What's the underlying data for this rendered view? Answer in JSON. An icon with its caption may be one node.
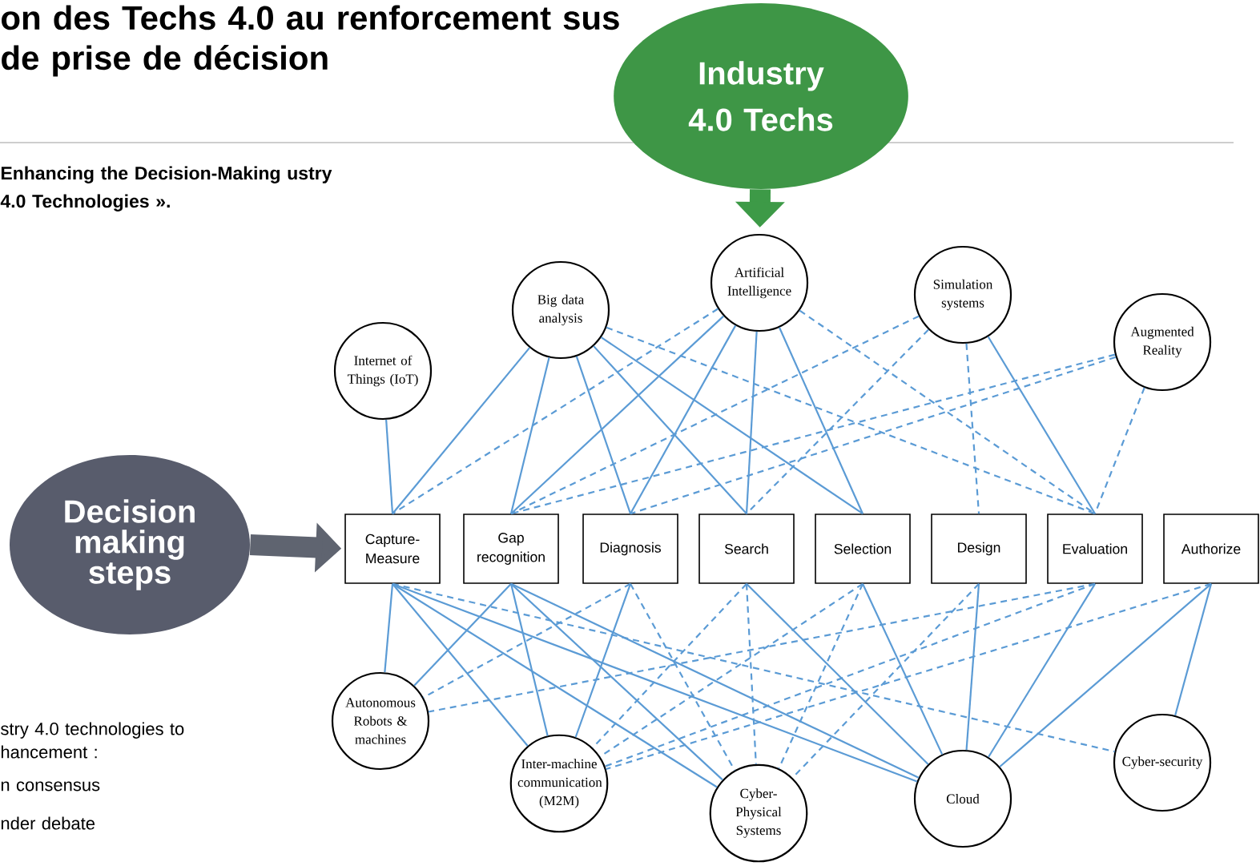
{
  "diagram": {
    "title": "on des Techs 4.0 au renforcement sus de prise de décision",
    "nodes": [
      {
        "text": [
          "Industry 4.0 Techs"
        ]
      },
      {
        "text": [
          "Decision making steps"
        ]
      },
      {
        "text": [
          "Internet of Things (IoT)"
        ]
      },
      {
        "text": [
          "Big data analysis"
        ]
      },
      {
        "text": [
          "Artificial Intelligence"
        ]
      },
      {
        "text": [
          "Simulation systems"
        ]
      },
      {
        "text": [
          "Augmented Reality"
        ]
      },
      {
        "text": [
          "Capture-Measure"
        ]
      },
      {
        "text": [
          "Gap recognition"
        ]
      },
      {
        "text": [
          "Diagnosis"
        ]
      },
      {
        "text": [
          "Search"
        ]
      },
      {
        "text": [
          "Selection"
        ]
      },
      {
        "text": [
          "Design"
        ]
      },
      {
        "text": [
          "Evaluation"
        ]
      },
      {
        "text": [
          "Authorize"
        ]
      },
      {
        "text": [
          "Autonomous Robots & machines"
        ]
      },
      {
        "text": [
          "Inter-machine communication (M2M)"
        ]
      },
      {
        "text": [
          "Cyber-Physical Systems"
        ]
      },
      {
        "text": [
          "Cloud"
        ]
      },
      {
        "text": [
          "Cyber-security"
        ]
      }
    ],
    "edges": [
      {
        "from": 0,
        "to": 4,
        "arrow": "to",
        "style": "thick",
        "color": "#3d9a47"
      },
      {
        "from": 1,
        "to": 7,
        "arrow": "to",
        "style": "thick",
        "color": "#5f6470"
      },
      {
        "from": 2,
        "to": 7,
        "arrow": "none"
      },
      {
        "from": 3,
        "to": 7,
        "arrow": "none"
      },
      {
        "from": 3,
        "to": 8,
        "arrow": "none"
      },
      {
        "from": 3,
        "to": 9,
        "arrow": "none"
      },
      {
        "from": 3,
        "to": 10,
        "arrow": "none"
      },
      {
        "from": 3,
        "to": 11,
        "arrow": "none"
      },
      {
        "from": 3,
        "to": 13,
        "arrow": "none",
        "style": "dashed"
      },
      {
        "from": 4,
        "to": 7,
        "arrow": "none",
        "style": "dashed"
      },
      {
        "from": 4,
        "to": 8,
        "arrow": "none"
      },
      {
        "from": 4,
        "to": 9,
        "arrow": "none"
      },
      {
        "from": 4,
        "to": 10,
        "arrow": "none"
      },
      {
        "from": 4,
        "to": 11,
        "arrow": "none"
      },
      {
        "from": 4,
        "to": 13,
        "arrow": "none",
        "style": "dashed"
      },
      {
        "from": 5,
        "to": 8,
        "arrow": "none",
        "style": "dashed"
      },
      {
        "from": 5,
        "to": 10,
        "arrow": "none",
        "style": "dashed"
      },
      {
        "from": 5,
        "to": 12,
        "arrow": "none",
        "style": "dashed"
      },
      {
        "from": 5,
        "to": 13,
        "arrow": "none"
      },
      {
        "from": 6,
        "to": 8,
        "arrow": "none",
        "style": "dashed"
      },
      {
        "from": 6,
        "to": 9,
        "arrow": "none",
        "style": "dashed"
      },
      {
        "from": 6,
        "to": 13,
        "arrow": "none",
        "style": "dashed"
      },
      {
        "from": 7,
        "to": 15,
        "arrow": "none"
      },
      {
        "from": 7,
        "to": 16,
        "arrow": "none"
      },
      {
        "from": 7,
        "to": 17,
        "arrow": "none"
      },
      {
        "from": 7,
        "to": 18,
        "arrow": "none"
      },
      {
        "from": 7,
        "to": 19,
        "arrow": "none",
        "style": "dashed"
      },
      {
        "from": 8,
        "to": 15,
        "arrow": "none"
      },
      {
        "from": 8,
        "to": 16,
        "arrow": "none"
      },
      {
        "from": 8,
        "to": 17,
        "arrow": "none"
      },
      {
        "from": 8,
        "to": 18,
        "arrow": "none"
      },
      {
        "from": 9,
        "to": 15,
        "arrow": "none",
        "style": "dashed"
      },
      {
        "from": 9,
        "to": 16,
        "arrow": "none"
      },
      {
        "from": 9,
        "to": 17,
        "arrow": "none",
        "style": "dashed"
      },
      {
        "from": 10,
        "to": 16,
        "arrow": "none",
        "style": "dashed"
      },
      {
        "from": 10,
        "to": 17,
        "arrow": "none",
        "style": "dashed"
      },
      {
        "from": 10,
        "to": 18,
        "arrow": "none"
      },
      {
        "from": 11,
        "to": 16,
        "arrow": "none",
        "style": "dashed"
      },
      {
        "from": 11,
        "to": 17,
        "arrow": "none",
        "style": "dashed"
      },
      {
        "from": 11,
        "to": 18,
        "arrow": "none"
      },
      {
        "from": 12,
        "to": 17,
        "arrow": "none",
        "style": "dashed"
      },
      {
        "from": 12,
        "to": 18,
        "arrow": "none"
      },
      {
        "from": 13,
        "to": 15,
        "arrow": "none",
        "style": "dashed"
      },
      {
        "from": 13,
        "to": 16,
        "arrow": "none",
        "style": "dashed"
      },
      {
        "from": 13,
        "to": 18,
        "arrow": "none"
      },
      {
        "from": 14,
        "to": 16,
        "arrow": "none",
        "style": "dashed"
      },
      {
        "from": 14,
        "to": 18,
        "arrow": "none"
      },
      {
        "from": 14,
        "to": 19,
        "arrow": "none"
      }
    ],
    "labels": [
      "Enhancing the Decision-Making ustry 4.0 Technologies ».",
      "stry 4.0 technologies to hancement  :",
      "n consensus",
      "nder debate"
    ]
  }
}
